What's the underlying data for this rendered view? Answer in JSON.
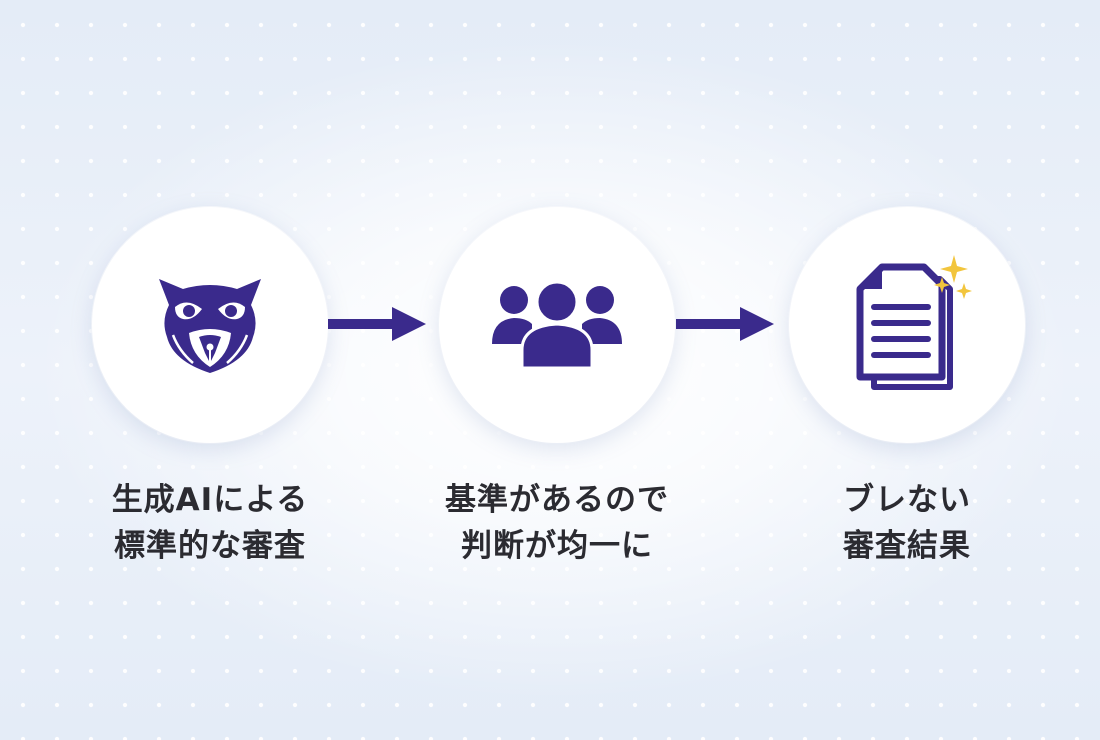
{
  "accent_color": "#3a2a8c",
  "sparkle_color": "#f2c53d",
  "steps": [
    {
      "icon": "owl-icon",
      "caption_line1": "生成AIによる",
      "caption_line2": "標準的な審査"
    },
    {
      "icon": "people-group-icon",
      "caption_line1": "基準があるので",
      "caption_line2": "判断が均一に"
    },
    {
      "icon": "documents-sparkle-icon",
      "caption_line1": "ブレない",
      "caption_line2": "審査結果"
    }
  ]
}
